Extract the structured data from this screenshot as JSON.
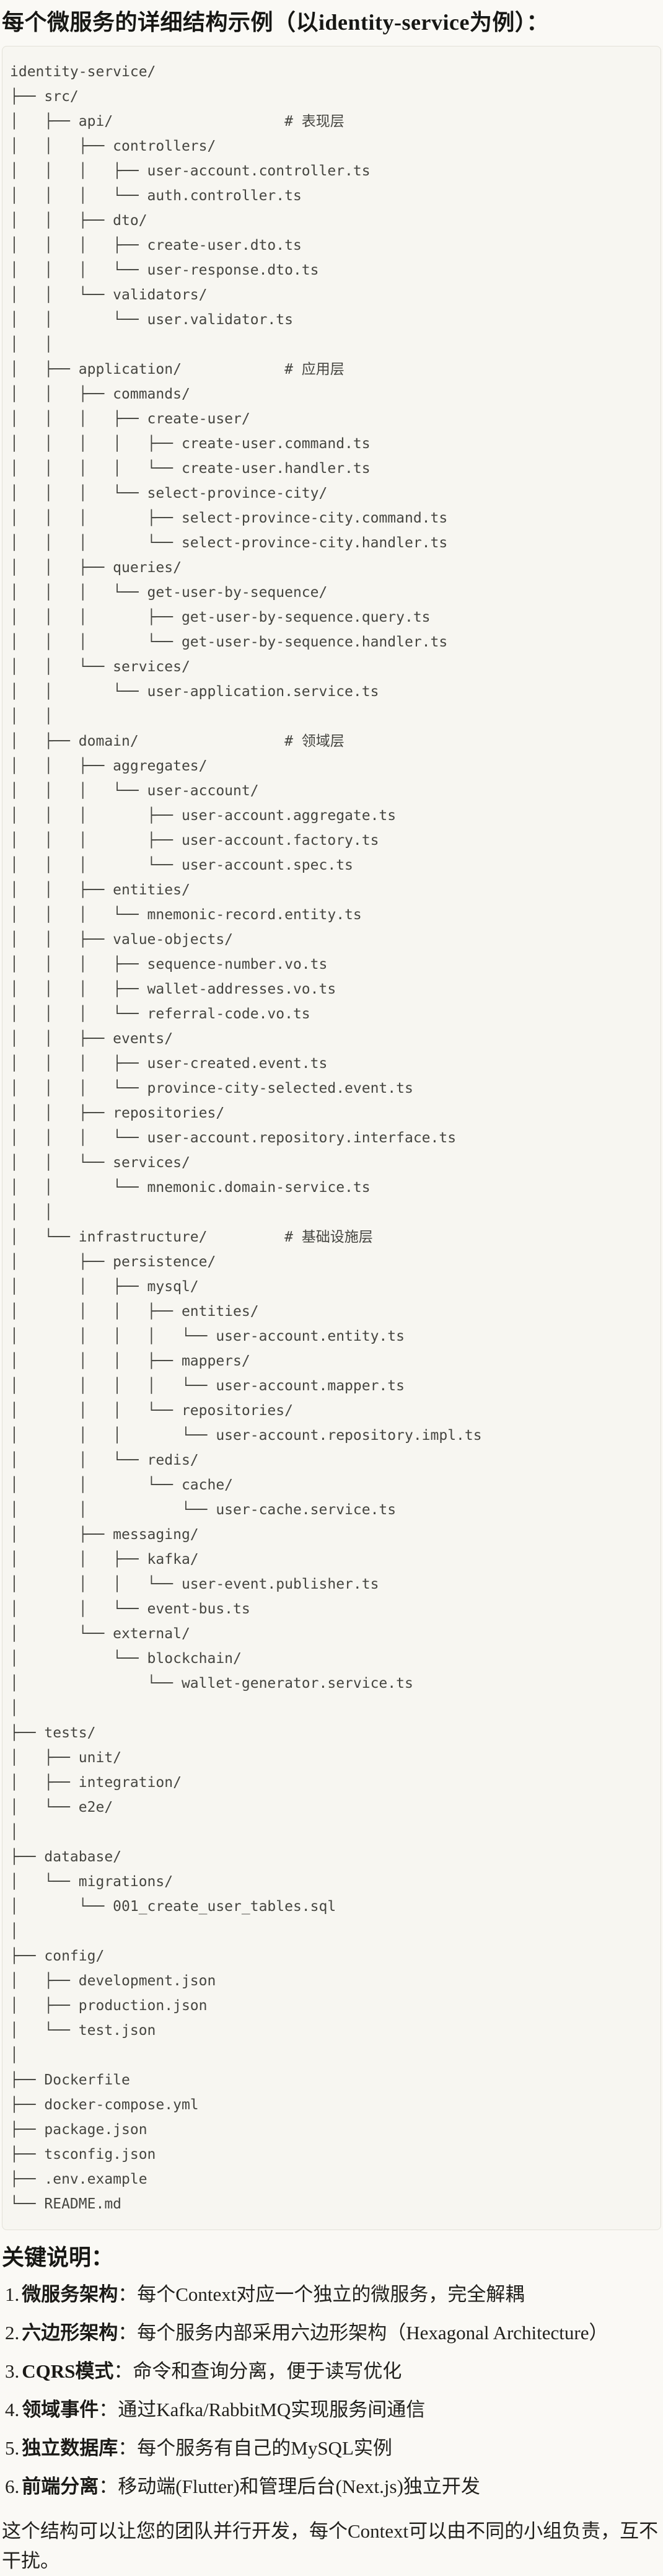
{
  "page": {
    "title": "每个微服务的详细结构示例（以identity-service为例）："
  },
  "tree": {
    "lines": [
      "identity-service/",
      "├── src/",
      "│   ├── api/                    # 表现层",
      "│   │   ├── controllers/",
      "│   │   │   ├── user-account.controller.ts",
      "│   │   │   └── auth.controller.ts",
      "│   │   ├── dto/",
      "│   │   │   ├── create-user.dto.ts",
      "│   │   │   └── user-response.dto.ts",
      "│   │   └── validators/",
      "│   │       └── user.validator.ts",
      "│   │",
      "│   ├── application/            # 应用层",
      "│   │   ├── commands/",
      "│   │   │   ├── create-user/",
      "│   │   │   │   ├── create-user.command.ts",
      "│   │   │   │   └── create-user.handler.ts",
      "│   │   │   └── select-province-city/",
      "│   │   │       ├── select-province-city.command.ts",
      "│   │   │       └── select-province-city.handler.ts",
      "│   │   ├── queries/",
      "│   │   │   └── get-user-by-sequence/",
      "│   │   │       ├── get-user-by-sequence.query.ts",
      "│   │   │       └── get-user-by-sequence.handler.ts",
      "│   │   └── services/",
      "│   │       └── user-application.service.ts",
      "│   │",
      "│   ├── domain/                 # 领域层",
      "│   │   ├── aggregates/",
      "│   │   │   └── user-account/",
      "│   │   │       ├── user-account.aggregate.ts",
      "│   │   │       ├── user-account.factory.ts",
      "│   │   │       └── user-account.spec.ts",
      "│   │   ├── entities/",
      "│   │   │   └── mnemonic-record.entity.ts",
      "│   │   ├── value-objects/",
      "│   │   │   ├── sequence-number.vo.ts",
      "│   │   │   ├── wallet-addresses.vo.ts",
      "│   │   │   └── referral-code.vo.ts",
      "│   │   ├── events/",
      "│   │   │   ├── user-created.event.ts",
      "│   │   │   └── province-city-selected.event.ts",
      "│   │   ├── repositories/",
      "│   │   │   └── user-account.repository.interface.ts",
      "│   │   └── services/",
      "│   │       └── mnemonic.domain-service.ts",
      "│   │",
      "│   └── infrastructure/         # 基础设施层",
      "│       ├── persistence/",
      "│       │   ├── mysql/",
      "│       │   │   ├── entities/",
      "│       │   │   │   └── user-account.entity.ts",
      "│       │   │   ├── mappers/",
      "│       │   │   │   └── user-account.mapper.ts",
      "│       │   │   └── repositories/",
      "│       │   │       └── user-account.repository.impl.ts",
      "│       │   └── redis/",
      "│       │       └── cache/",
      "│       │           └── user-cache.service.ts",
      "│       ├── messaging/",
      "│       │   ├── kafka/",
      "│       │   │   └── user-event.publisher.ts",
      "│       │   └── event-bus.ts",
      "│       └── external/",
      "│           └── blockchain/",
      "│               └── wallet-generator.service.ts",
      "│",
      "├── tests/",
      "│   ├── unit/",
      "│   ├── integration/",
      "│   └── e2e/",
      "│",
      "├── database/",
      "│   └── migrations/",
      "│       └── 001_create_user_tables.sql",
      "│",
      "├── config/",
      "│   ├── development.json",
      "│   ├── production.json",
      "│   └── test.json",
      "│",
      "├── Dockerfile",
      "├── docker-compose.yml",
      "├── package.json",
      "├── tsconfig.json",
      "├── .env.example",
      "└── README.md"
    ]
  },
  "notes": {
    "heading": "关键说明：",
    "items": [
      {
        "num": "1.",
        "term": "微服务架构",
        "sep": "：",
        "desc": "每个Context对应一个独立的微服务，完全解耦"
      },
      {
        "num": "2.",
        "term": "六边形架构",
        "sep": "：",
        "desc": "每个服务内部采用六边形架构（Hexagonal Architecture）"
      },
      {
        "num": "3.",
        "term": "CQRS模式",
        "sep": "：",
        "desc": "命令和查询分离，便于读写优化"
      },
      {
        "num": "4.",
        "term": "领域事件",
        "sep": "：",
        "desc": "通过Kafka/RabbitMQ实现服务间通信"
      },
      {
        "num": "5.",
        "term": "独立数据库",
        "sep": "：",
        "desc": "每个服务有自己的MySQL实例"
      },
      {
        "num": "6.",
        "term": "前端分离",
        "sep": "：",
        "desc": "移动端(Flutter)和管理后台(Next.js)独立开发"
      }
    ]
  },
  "footer": {
    "text": "这个结构可以让您的团队并行开发，每个Context可以由不同的小组负责，互不干扰。"
  },
  "colors": {
    "page_background": "#faf9f5",
    "code_background": "#f7f6f1",
    "code_border": "#e3e1d8",
    "heading_text": "#171714",
    "code_text": "#454540",
    "body_text": "#22211d"
  }
}
